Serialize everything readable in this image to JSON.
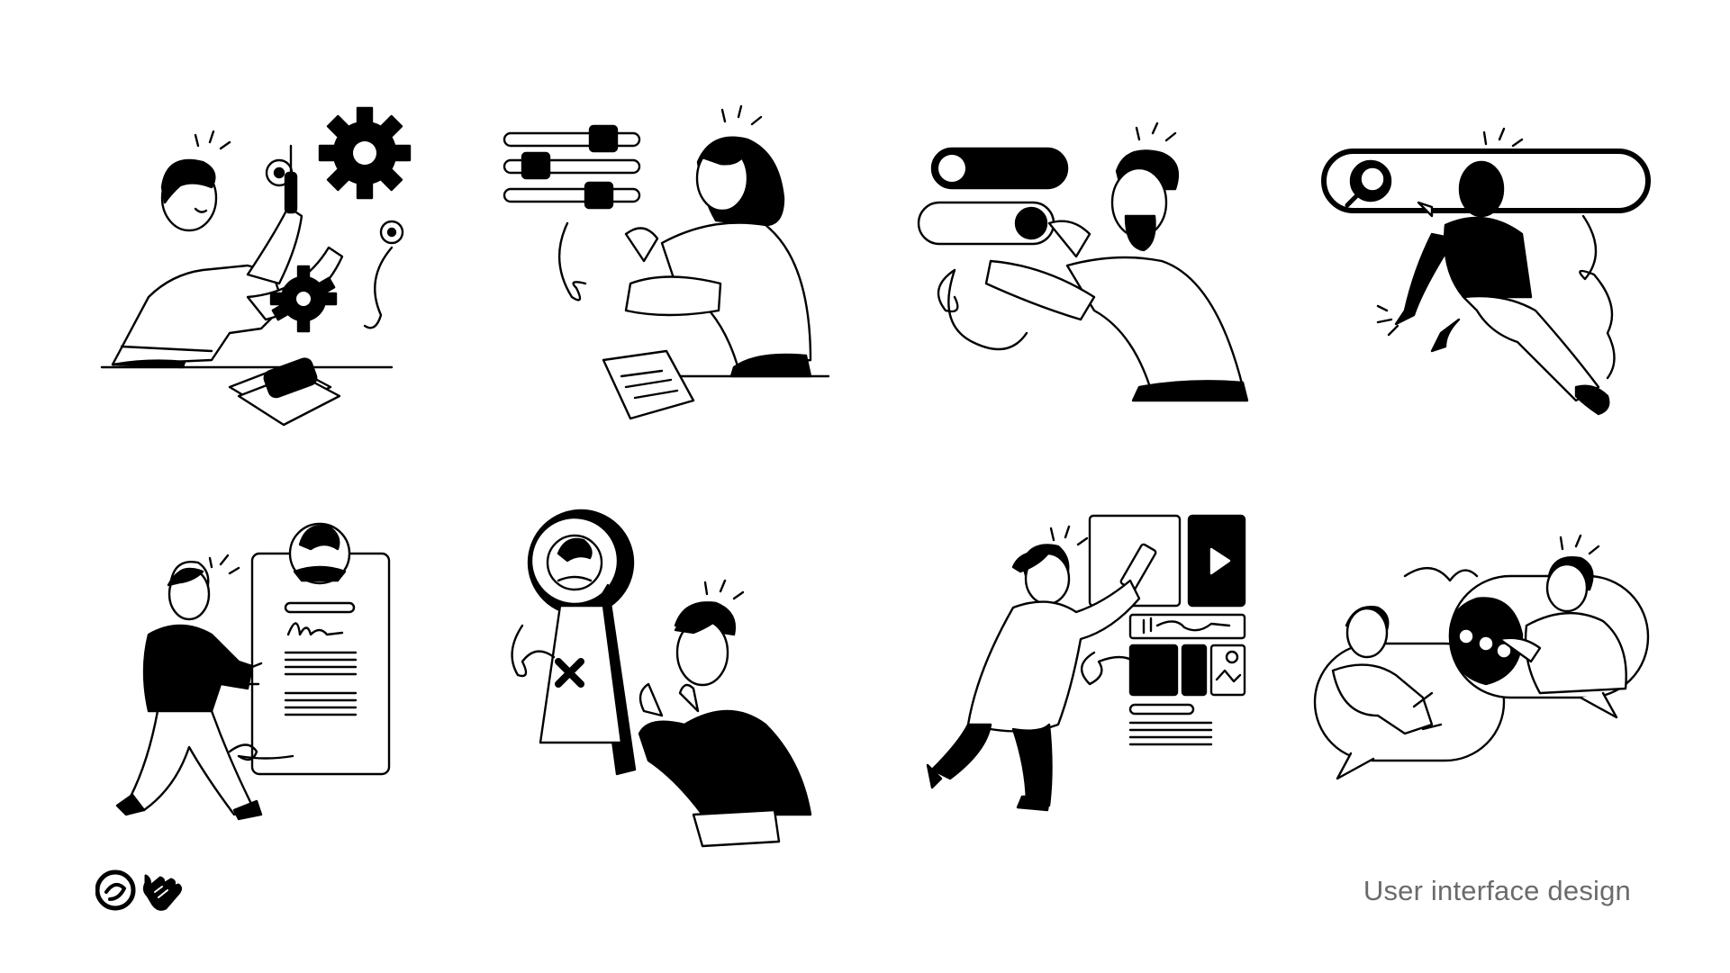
{
  "caption": "User interface design",
  "colors": {
    "ink": "#000000",
    "paper": "#ffffff",
    "caption": "#6b6b6b"
  },
  "illustrations": [
    {
      "name": "settings-gears",
      "icon": "gear-icon"
    },
    {
      "name": "adjust-sliders",
      "icon": "slider-icon"
    },
    {
      "name": "toggle-switches",
      "icon": "toggle-icon"
    },
    {
      "name": "search-bar",
      "icon": "search-icon"
    },
    {
      "name": "user-profile-card",
      "icon": "profile-icon"
    },
    {
      "name": "access-denied-keyhole",
      "icon": "lock-icon"
    },
    {
      "name": "media-layout",
      "icon": "play-icon"
    },
    {
      "name": "chat-bubbles",
      "icon": "chat-icon"
    }
  ]
}
